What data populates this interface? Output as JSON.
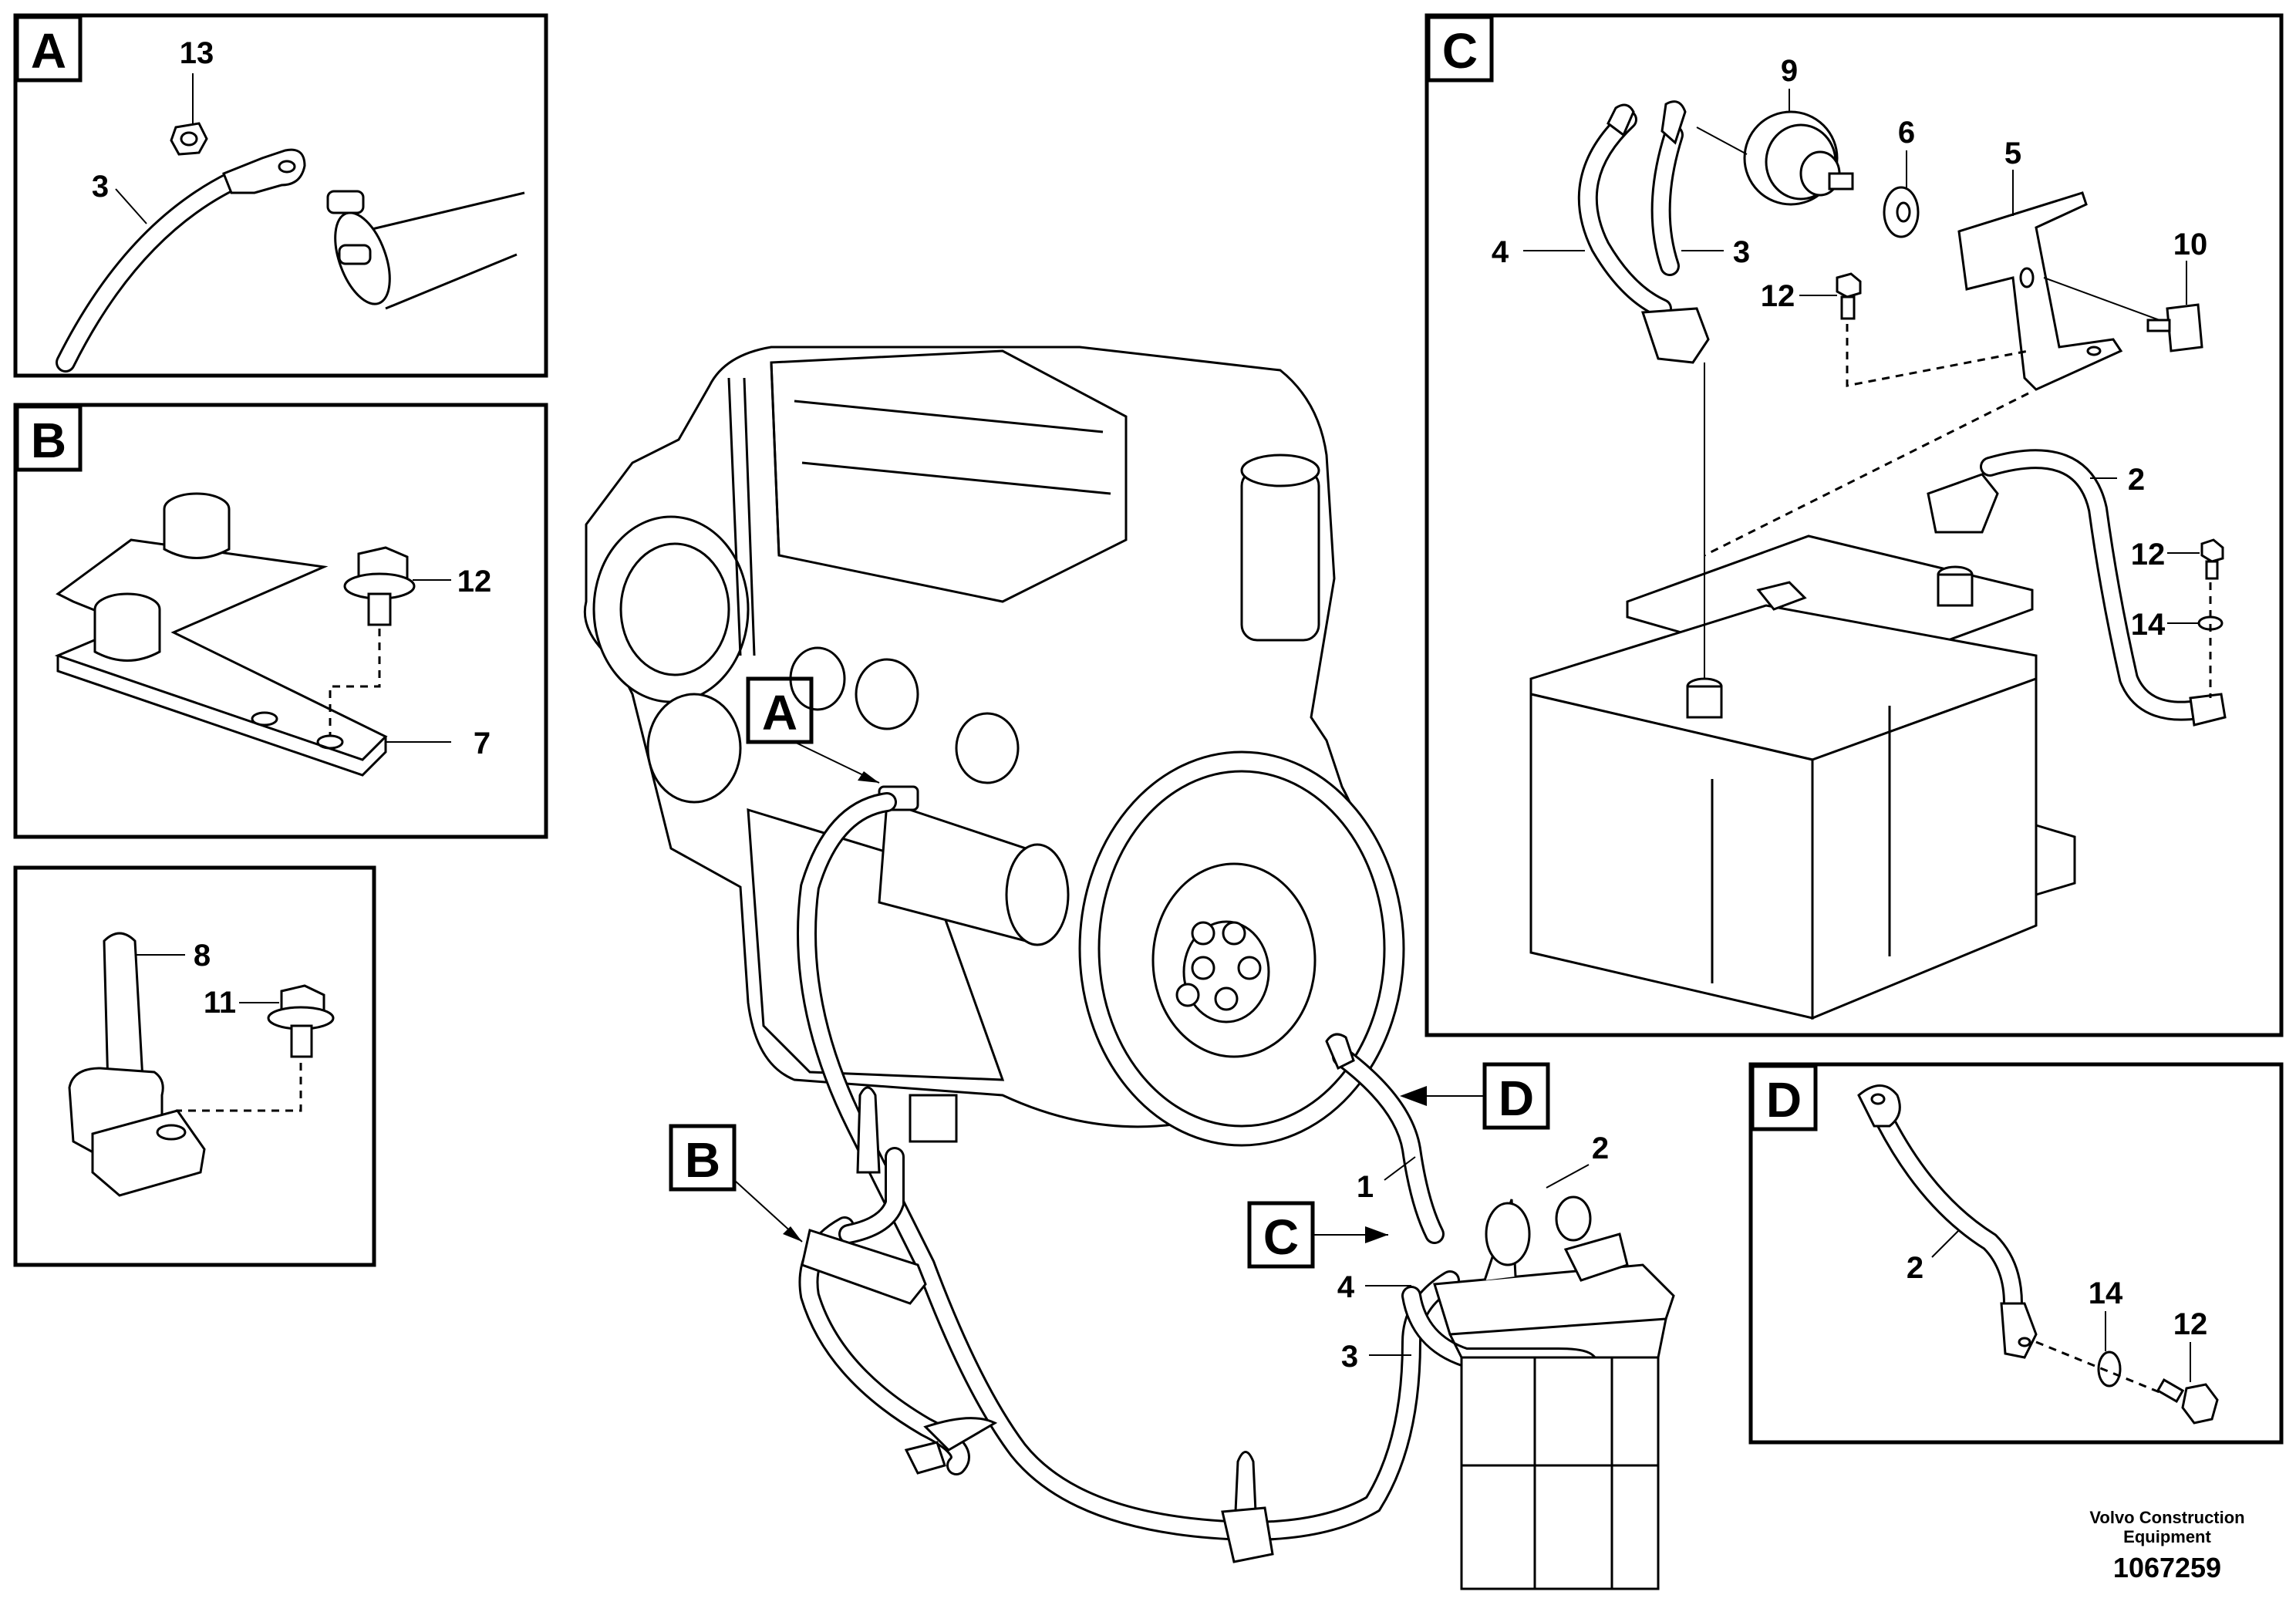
{
  "callouts": {
    "A": "A",
    "B": "B",
    "C": "C",
    "D": "D"
  },
  "detail_a": {
    "letter": "A",
    "items": [
      "13",
      "3"
    ]
  },
  "detail_b": {
    "letter": "B",
    "items": [
      "12",
      "7"
    ]
  },
  "detail_unlabeled": {
    "items": [
      "8",
      "11"
    ]
  },
  "detail_c": {
    "letter": "C",
    "items": [
      "9",
      "6",
      "5",
      "4",
      "3",
      "10",
      "12",
      "2",
      "12",
      "14"
    ]
  },
  "detail_d": {
    "letter": "D",
    "items": [
      "2",
      "14",
      "12"
    ]
  },
  "main": {
    "items": [
      "2",
      "1",
      "4",
      "3"
    ]
  },
  "footer": {
    "brand_line1": "Volvo Construction",
    "brand_line2": "Equipment",
    "drawing_number": "1067259"
  }
}
